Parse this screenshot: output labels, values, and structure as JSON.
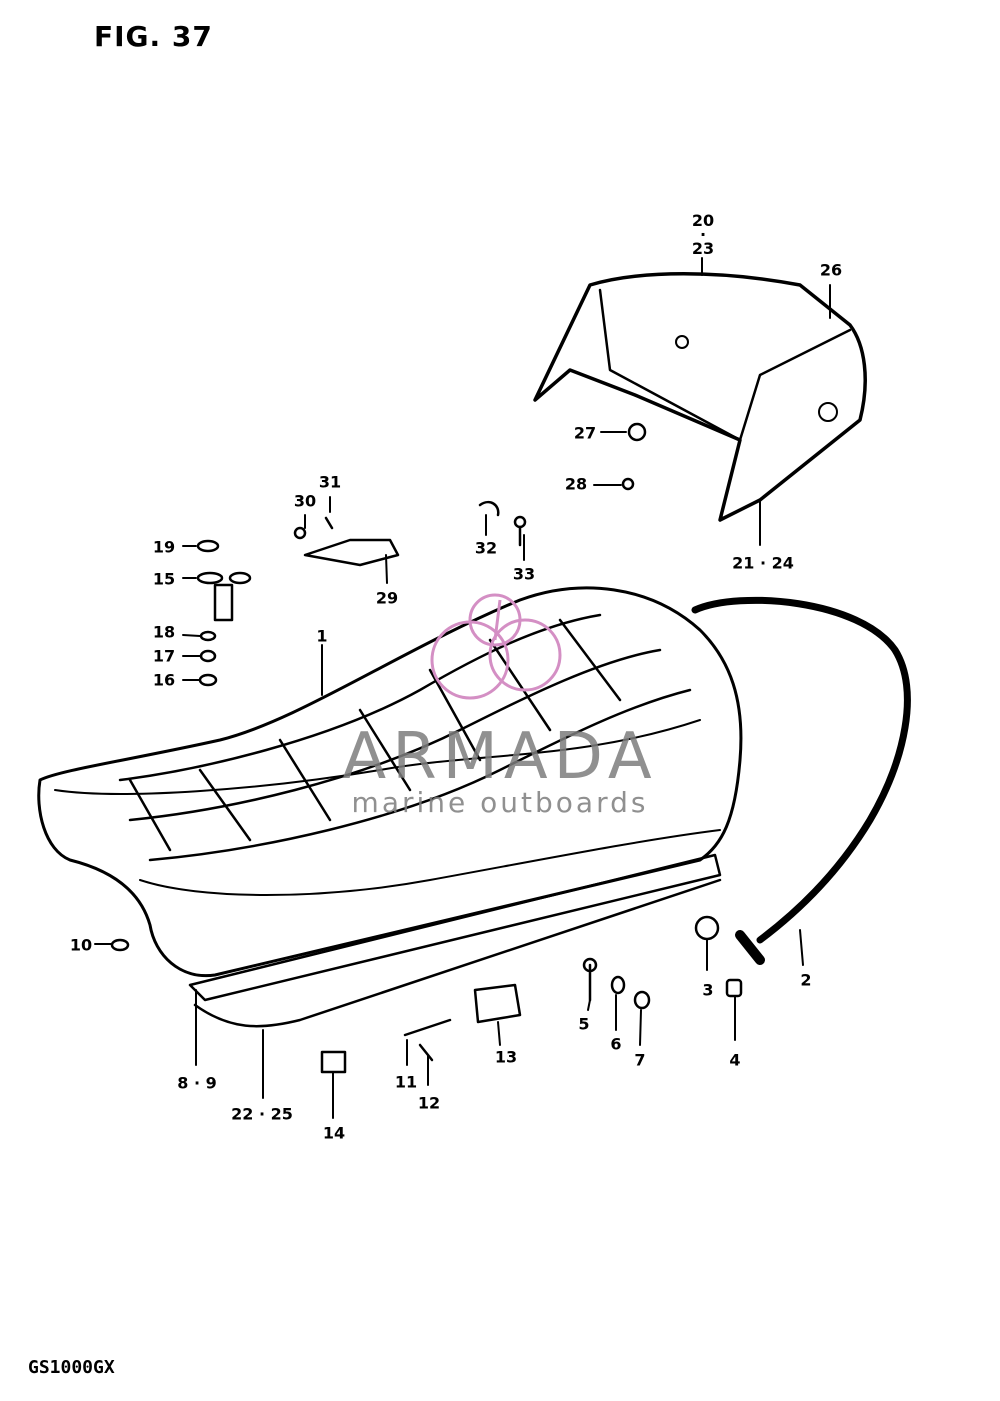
{
  "figure": {
    "title": "FIG. 37",
    "model": "GS1000GX"
  },
  "watermark": {
    "brand": "ARMADA",
    "tagline": "marine outboards",
    "color": "#d48fc4"
  },
  "callouts": [
    {
      "key": "c1",
      "text": "1"
    },
    {
      "key": "c2",
      "text": "2"
    },
    {
      "key": "c3",
      "text": "3"
    },
    {
      "key": "c4",
      "text": "4"
    },
    {
      "key": "c5",
      "text": "5"
    },
    {
      "key": "c6",
      "text": "6"
    },
    {
      "key": "c7",
      "text": "7"
    },
    {
      "key": "c8_9",
      "text": "8 · 9"
    },
    {
      "key": "c10",
      "text": "10"
    },
    {
      "key": "c11",
      "text": "11"
    },
    {
      "key": "c12",
      "text": "12"
    },
    {
      "key": "c13",
      "text": "13"
    },
    {
      "key": "c14",
      "text": "14"
    },
    {
      "key": "c15",
      "text": "15"
    },
    {
      "key": "c16",
      "text": "16"
    },
    {
      "key": "c17",
      "text": "17"
    },
    {
      "key": "c18",
      "text": "18"
    },
    {
      "key": "c19",
      "text": "19"
    },
    {
      "key": "c20_23",
      "text": "20\n·\n23"
    },
    {
      "key": "c21_24",
      "text": "21 · 24"
    },
    {
      "key": "c22_25",
      "text": "22 · 25"
    },
    {
      "key": "c26",
      "text": "26"
    },
    {
      "key": "c27",
      "text": "27"
    },
    {
      "key": "c28",
      "text": "28"
    },
    {
      "key": "c29",
      "text": "29"
    },
    {
      "key": "c30",
      "text": "30"
    },
    {
      "key": "c31",
      "text": "31"
    },
    {
      "key": "c32",
      "text": "32"
    },
    {
      "key": "c33",
      "text": "33"
    }
  ]
}
